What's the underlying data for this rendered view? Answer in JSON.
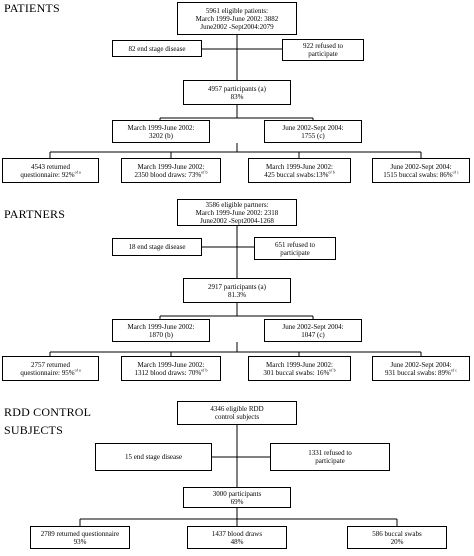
{
  "patients": {
    "heading": "PATIENTS",
    "eligible": [
      "5961 eligible patients:",
      "March 1999-June 2002: 3882",
      "June2002 -Sept2004:2079"
    ],
    "excluded_left": [
      "82 end stage disease"
    ],
    "excluded_right": [
      "922 refused to",
      "participate"
    ],
    "participants": [
      "4957 participants (a)",
      "83%"
    ],
    "split_left": [
      "March 1999-June 2002:",
      "3202 (b)"
    ],
    "split_right": [
      "June 2002-Sept 2004:",
      "1755 (c)"
    ],
    "out1": {
      "lines": [
        "4543 returned",
        "questionnaire: 92%"
      ],
      "sup": "of a"
    },
    "out2": {
      "lines": [
        "March 1999-June 2002:",
        "2350 blood draws: 73%"
      ],
      "sup": "of b"
    },
    "out3": {
      "lines": [
        "March 1999-June 2002:",
        "425 buccal swabs:13%"
      ],
      "sup": "of b"
    },
    "out4": {
      "lines": [
        "June 2002-Sept 2004:",
        "1515 buccal swabs: 86%"
      ],
      "sup": "of c"
    }
  },
  "partners": {
    "heading": "PARTNERS",
    "eligible": [
      "3586 eligible partners:",
      "March 1999-June 2002: 2318",
      "June2002 -Sept2004-1268"
    ],
    "excluded_left": [
      "18 end stage disease"
    ],
    "excluded_right": [
      "651 refused to",
      "participate"
    ],
    "participants": [
      "2917 participants (a)",
      "81.3%"
    ],
    "split_left": [
      "March 1999-June 2002:",
      "1870 (b)"
    ],
    "split_right": [
      "June 2002-Sept 2004:",
      "1047 (c)"
    ],
    "out1": {
      "lines": [
        "2757 returned",
        "questionnaire: 95%"
      ],
      "sup": "of a"
    },
    "out2": {
      "lines": [
        "March 1999-June 2002:",
        "1312 blood draws: 70%"
      ],
      "sup": "of b"
    },
    "out3": {
      "lines": [
        "March 1999-June 2002:",
        "301 buccal swabs: 16%"
      ],
      "sup": "of b"
    },
    "out4": {
      "lines": [
        "June 2002-Sept 2004:",
        "931 buccal swabs: 89%"
      ],
      "sup": "of c"
    }
  },
  "rdd": {
    "heading": [
      "RDD CONTROL",
      "SUBJECTS"
    ],
    "eligible": [
      "4346 eligible RDD",
      "control subjects"
    ],
    "excluded_left": [
      "15 end stage disease"
    ],
    "excluded_right": [
      "1331 refused to",
      "participate"
    ],
    "participants": [
      "3000 participants",
      "69%"
    ],
    "out1": [
      "2789 returned questionnaire",
      "93%"
    ],
    "out2": [
      "1437 blood draws",
      "48%"
    ],
    "out3": [
      "586 buccal swabs",
      "20%"
    ]
  }
}
